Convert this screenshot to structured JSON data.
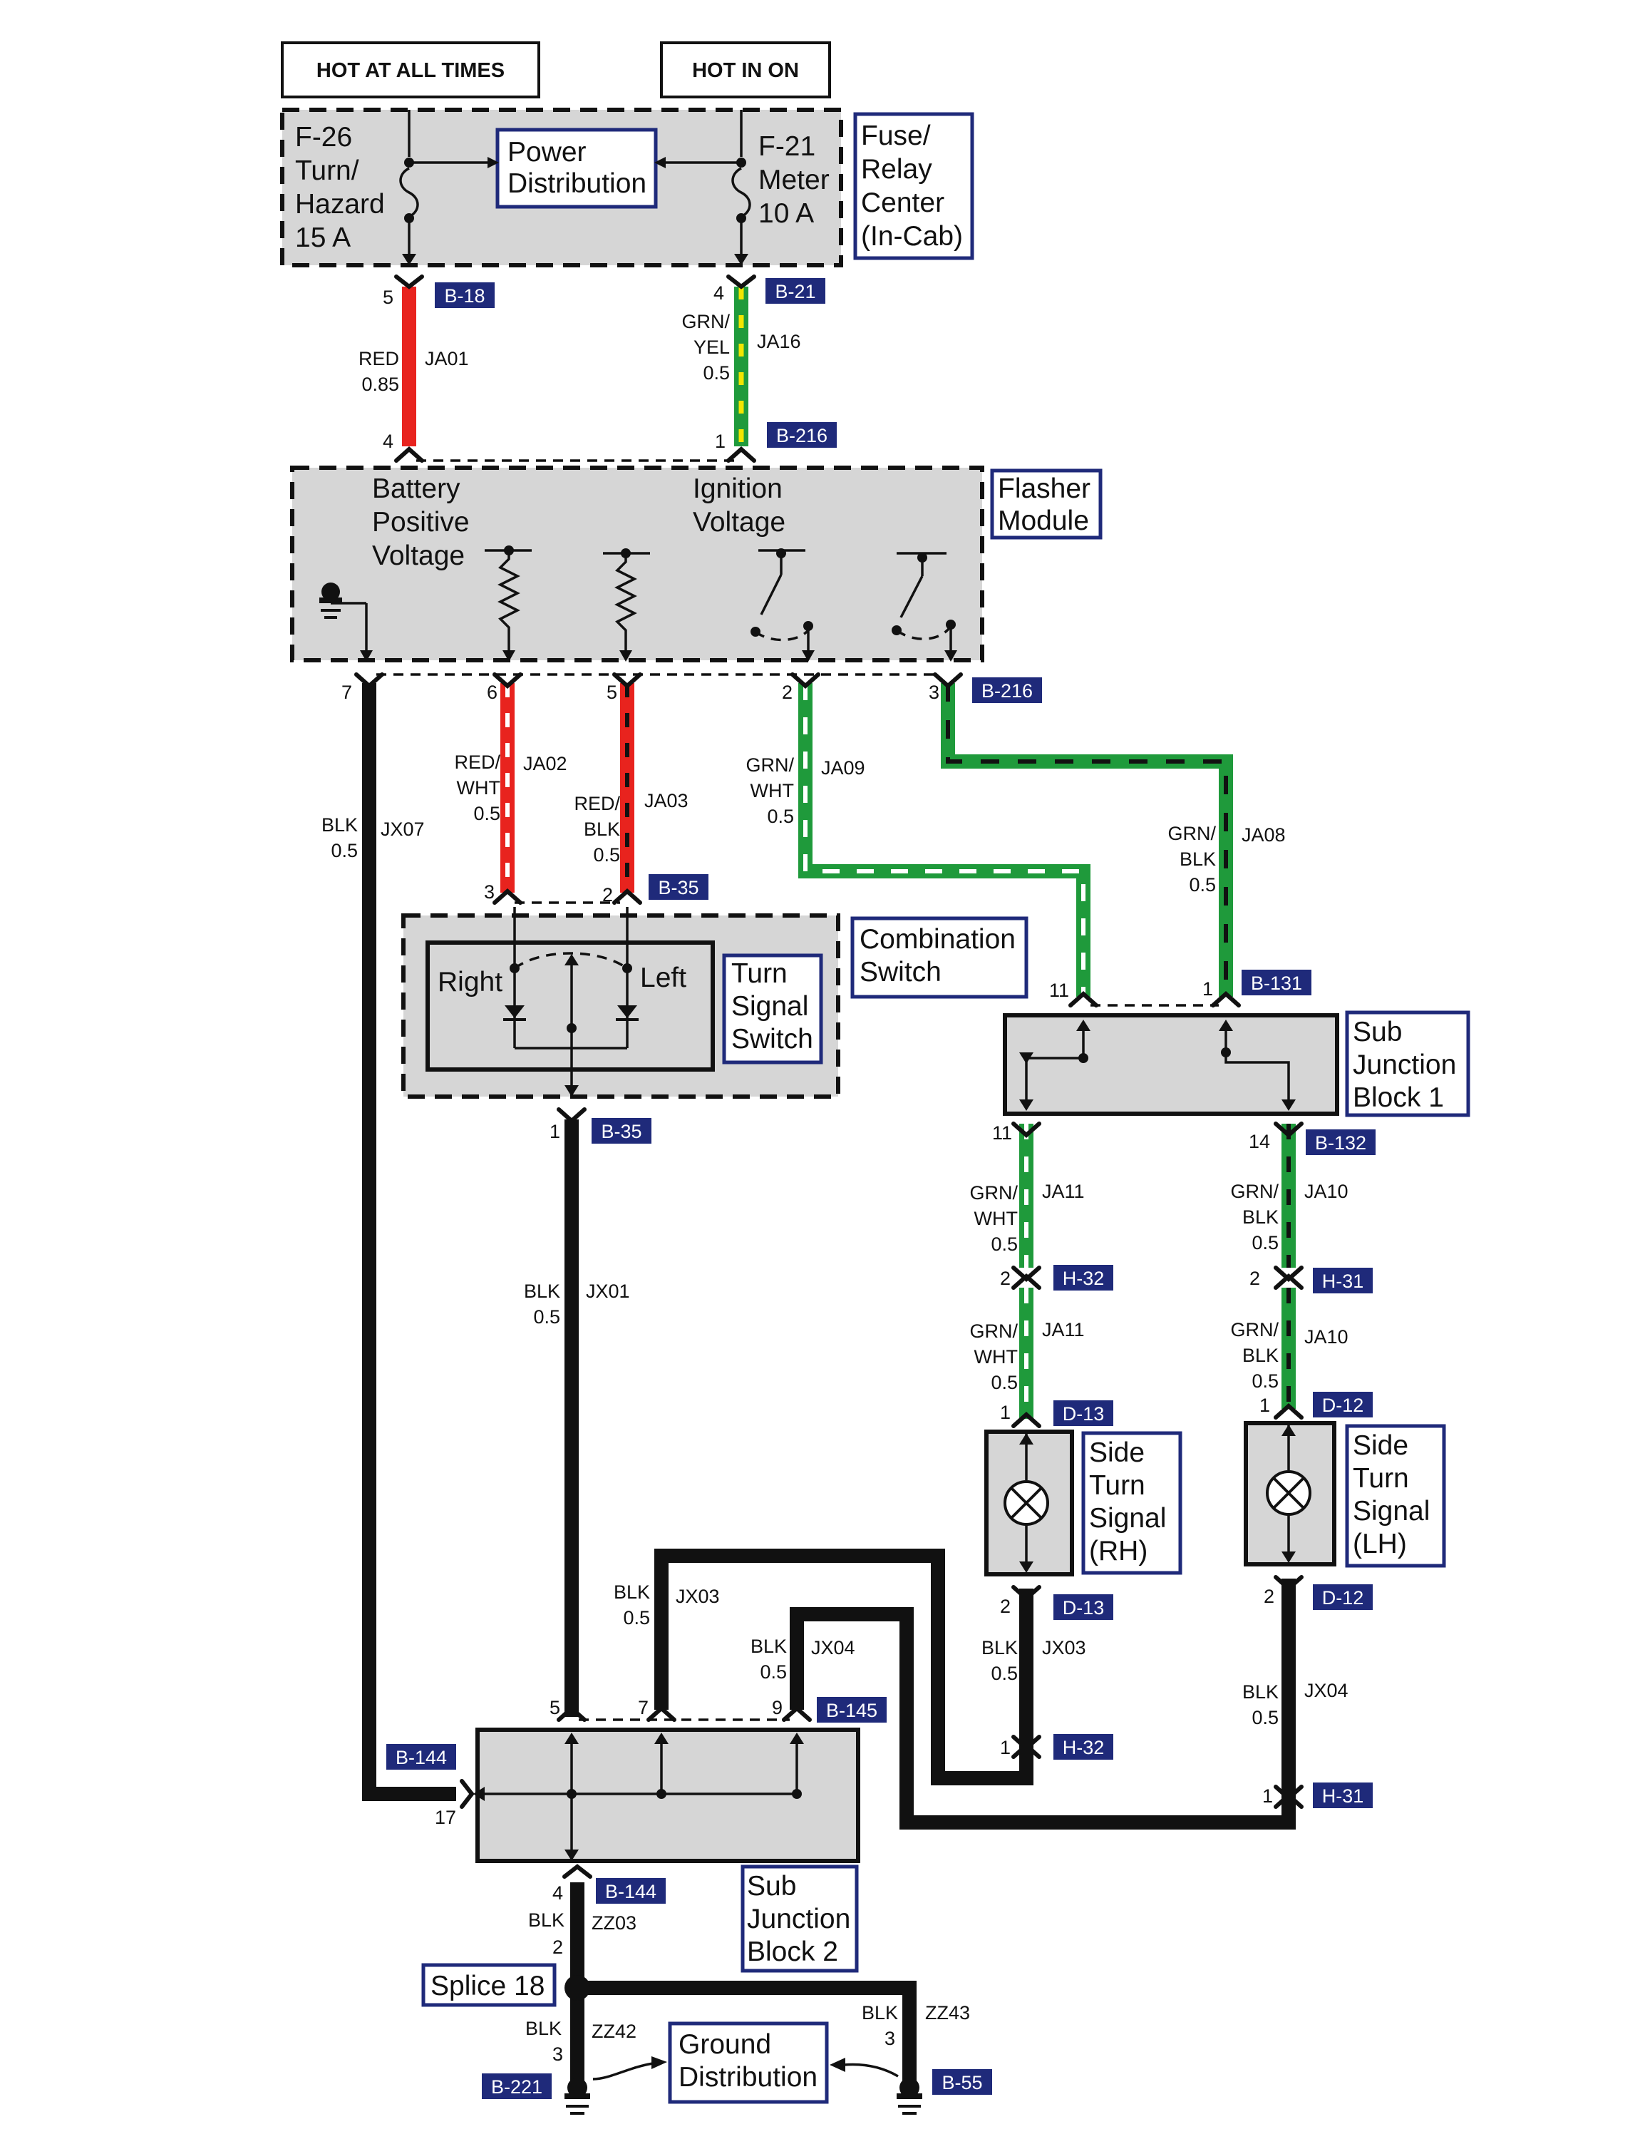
{
  "supply": {
    "hot_at_all_times": "HOT AT ALL TIMES",
    "hot_in_on": "HOT IN ON"
  },
  "fuse_center": {
    "label_lines": [
      "Fuse/",
      "Relay",
      "Center",
      "(In-Cab)"
    ],
    "power_distribution_lines": [
      "Power",
      "Distribution"
    ],
    "fuse_f26_lines": [
      "F-26",
      "Turn/",
      "Hazard",
      "15 A"
    ],
    "fuse_f21_lines": [
      "F-21",
      "Meter",
      "10 A"
    ]
  },
  "flasher": {
    "label_lines": [
      "Flasher",
      "Module"
    ],
    "battery_lines": [
      "Battery",
      "Positive",
      "Voltage"
    ],
    "ignition_lines": [
      "Ignition",
      "Voltage"
    ]
  },
  "combination_switch": {
    "label_lines": [
      "Combination",
      "Switch"
    ],
    "turn_switch_lines": [
      "Turn",
      "Signal",
      "Switch"
    ],
    "right": "Right",
    "left": "Left"
  },
  "sub_junction_1": {
    "label_lines": [
      "Sub",
      "Junction",
      "Block 1"
    ]
  },
  "sub_junction_2": {
    "label_lines": [
      "Sub",
      "Junction",
      "Block 2"
    ]
  },
  "side_rh": {
    "label_lines": [
      "Side",
      "Turn",
      "Signal",
      "(RH)"
    ]
  },
  "side_lh": {
    "label_lines": [
      "Side",
      "Turn",
      "Signal",
      "(LH)"
    ]
  },
  "splice": "Splice 18",
  "ground_distribution_lines": [
    "Ground",
    "Distribution"
  ],
  "connectors": {
    "b18": "B-18",
    "b21": "B-21",
    "b216_top": "B-216",
    "b216_out": "B-216",
    "b35_top": "B-35",
    "b35_bottom": "B-35",
    "b131": "B-131",
    "b132": "B-132",
    "h32_a": "H-32",
    "h31_a": "H-31",
    "d13_a": "D-13",
    "d12_a": "D-12",
    "d13_b": "D-13",
    "d12_b": "D-12",
    "b145": "B-145",
    "h32_b": "H-32",
    "h31_b": "H-31",
    "b144_side": "B-144",
    "b144_bottom": "B-144",
    "b221": "B-221",
    "b55": "B-55"
  },
  "pins": {
    "p5_b18": "5",
    "p4_b21": "4",
    "p4_fl": "4",
    "p1_fl": "1",
    "p7": "7",
    "p6": "6",
    "p5": "5",
    "p2": "2",
    "p3": "3",
    "p3_cs": "3",
    "p2_cs": "2",
    "p1_cs": "1",
    "p11_sj1": "11",
    "p1_sj1": "1",
    "p11_out": "11",
    "p14_out": "14",
    "p2_h32": "2",
    "p2_h31": "2",
    "p1_d13": "1",
    "p1_d12": "1",
    "p2_d13": "2",
    "p2_d12": "2",
    "p1_h32": "1",
    "p1_h31": "1",
    "p5_sj2": "5",
    "p7_sj2": "7",
    "p9_sj2": "9",
    "p17_sj2": "17",
    "p4_sj2": "4",
    "p2_zz03": "2",
    "p3_b221": "3",
    "p3_b55": "3"
  },
  "wires": {
    "ja01": {
      "color_lines": [
        "RED",
        "0.85"
      ],
      "id": "JA01"
    },
    "ja16": {
      "color_lines": [
        "GRN/",
        "YEL",
        "0.5"
      ],
      "id": "JA16"
    },
    "jx07": {
      "color_lines": [
        "BLK",
        "0.5"
      ],
      "id": "JX07"
    },
    "ja02": {
      "color_lines": [
        "RED/",
        "WHT",
        "0.5"
      ],
      "id": "JA02"
    },
    "ja03": {
      "color_lines": [
        "RED/",
        "BLK",
        "0.5"
      ],
      "id": "JA03"
    },
    "ja09": {
      "color_lines": [
        "GRN/",
        "WHT",
        "0.5"
      ],
      "id": "JA09"
    },
    "ja08": {
      "color_lines": [
        "GRN/",
        "BLK",
        "0.5"
      ],
      "id": "JA08"
    },
    "jx01": {
      "color_lines": [
        "BLK",
        "0.5"
      ],
      "id": "JX01"
    },
    "ja11_a": {
      "color_lines": [
        "GRN/",
        "WHT",
        "0.5"
      ],
      "id": "JA11"
    },
    "ja10_a": {
      "color_lines": [
        "GRN/",
        "BLK",
        "0.5"
      ],
      "id": "JA10"
    },
    "ja11_b": {
      "color_lines": [
        "GRN/",
        "WHT",
        "0.5"
      ],
      "id": "JA11"
    },
    "ja10_b": {
      "color_lines": [
        "GRN/",
        "BLK",
        "0.5"
      ],
      "id": "JA10"
    },
    "jx03_a": {
      "color_lines": [
        "BLK",
        "0.5"
      ],
      "id": "JX03"
    },
    "jx04_a": {
      "color_lines": [
        "BLK",
        "0.5"
      ],
      "id": "JX04"
    },
    "jx03_b": {
      "color_lines": [
        "BLK",
        "0.5"
      ],
      "id": "JX03"
    },
    "jx04_b": {
      "color_lines": [
        "BLK",
        "0.5"
      ],
      "id": "JX04"
    },
    "zz03": {
      "color": "BLK",
      "id": "ZZ03"
    },
    "zz42": {
      "color": "BLK",
      "id": "ZZ42"
    },
    "zz43": {
      "color": "BLK",
      "id": "ZZ43"
    }
  },
  "colors": {
    "red": "#e8231e",
    "green": "#1f9a3b",
    "yellow": "#f2e600",
    "black": "#111111",
    "white": "#ffffff",
    "navy": "#1f2a7a",
    "gray": "#d6d6d6"
  }
}
